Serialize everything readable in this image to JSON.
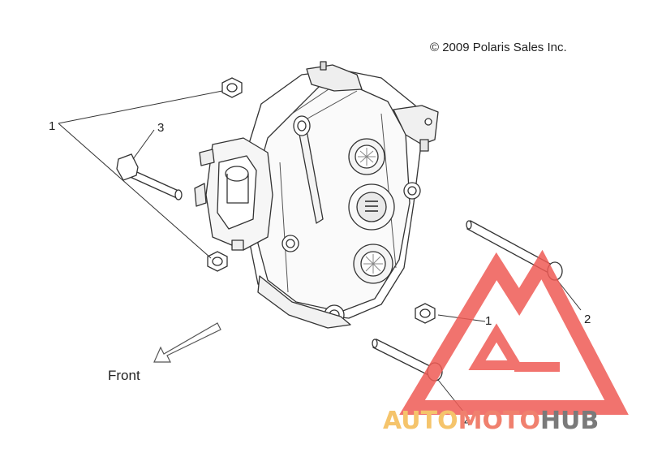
{
  "copyright": "© 2009 Polaris Sales Inc.",
  "front_label": "Front",
  "callouts": {
    "c1a": "1",
    "c1b": "1",
    "c2": "2",
    "c3": "3",
    "c4": "4"
  },
  "watermark": {
    "part1": "AUTO",
    "part2": "MOTO",
    "part3": "HUB",
    "color_auto": "#f5c46b",
    "color_moto": "#f0806e",
    "color_hub": "#7a7a7a",
    "logo_color": "#ef5b55"
  },
  "line_color": "#333333"
}
